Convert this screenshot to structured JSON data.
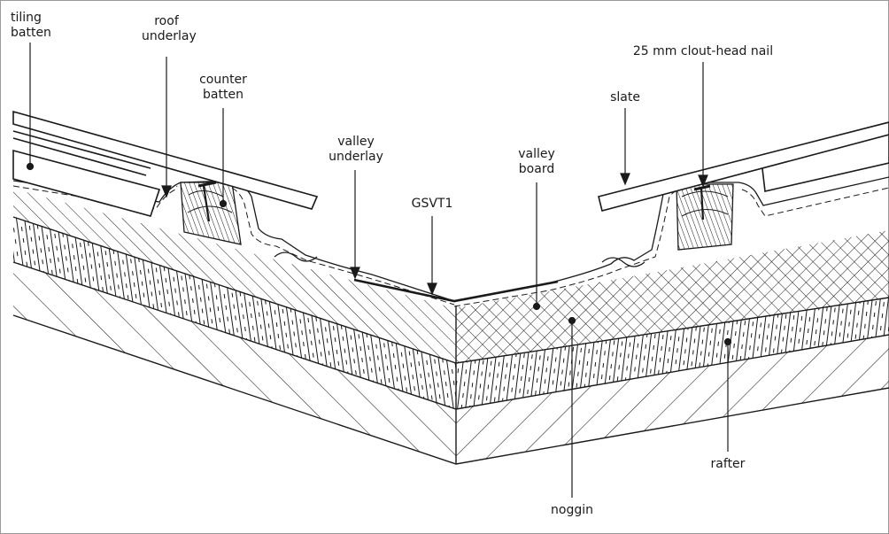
{
  "diagram": {
    "labels": {
      "tiling_batten": [
        "tiling",
        "batten"
      ],
      "roof_underlay": [
        "roof",
        "underlay"
      ],
      "counter_batten": [
        "counter",
        "batten"
      ],
      "valley_underlay": [
        "valley",
        "underlay"
      ],
      "gsvt1": "GSVT1",
      "valley_board": [
        "valley",
        "board"
      ],
      "slate": "slate",
      "nail": "25 mm clout-head nail",
      "noggin": "noggin",
      "rafter": "rafter"
    }
  },
  "colors": {
    "line": "#1a1a1a",
    "background": "#ffffff",
    "frame": "#999999"
  }
}
